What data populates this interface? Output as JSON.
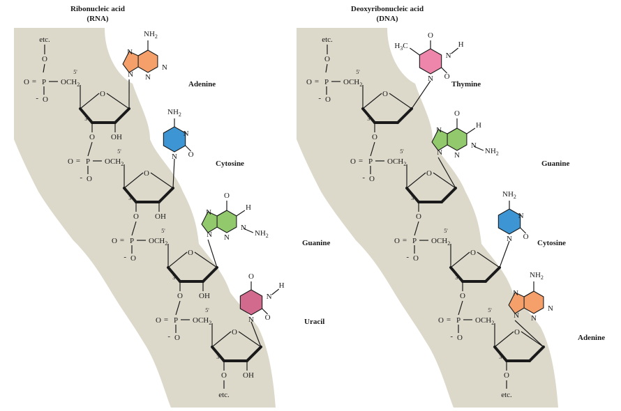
{
  "rna": {
    "title": "Ribonucleic acid",
    "abbr": "(RNA)",
    "etc_top": "etc.",
    "etc_bottom": "etc.",
    "bases": [
      "Adenine",
      "Cytosine",
      "Guanine",
      "Uracil"
    ]
  },
  "dna": {
    "title": "Deoxyribonucleic acid",
    "abbr": "(DNA)",
    "etc_top": "etc.",
    "etc_bottom": "etc.",
    "bases": [
      "Thymine",
      "Guanine",
      "Cytosine",
      "Adenine"
    ]
  },
  "labels": {
    "oh": "OH",
    "och2": "OCH",
    "sub2": "2",
    "five_prime": "5'",
    "three_prime": "3'",
    "phosphorus": "P",
    "oxygen": "O",
    "nitrogen": "N",
    "hydrogen": "H",
    "nh2": "NH",
    "h3c": "H",
    "h3c_sub": "3",
    "h3c_c": "C",
    "minus": "-",
    "eq": "="
  },
  "colors": {
    "backbone": "#dcd8ca",
    "adenine": "#f5a06a",
    "cytosine": "#3d95d3",
    "guanine": "#92c96d",
    "uracil": "#d16a8c",
    "thymine": "#ee85aa"
  }
}
